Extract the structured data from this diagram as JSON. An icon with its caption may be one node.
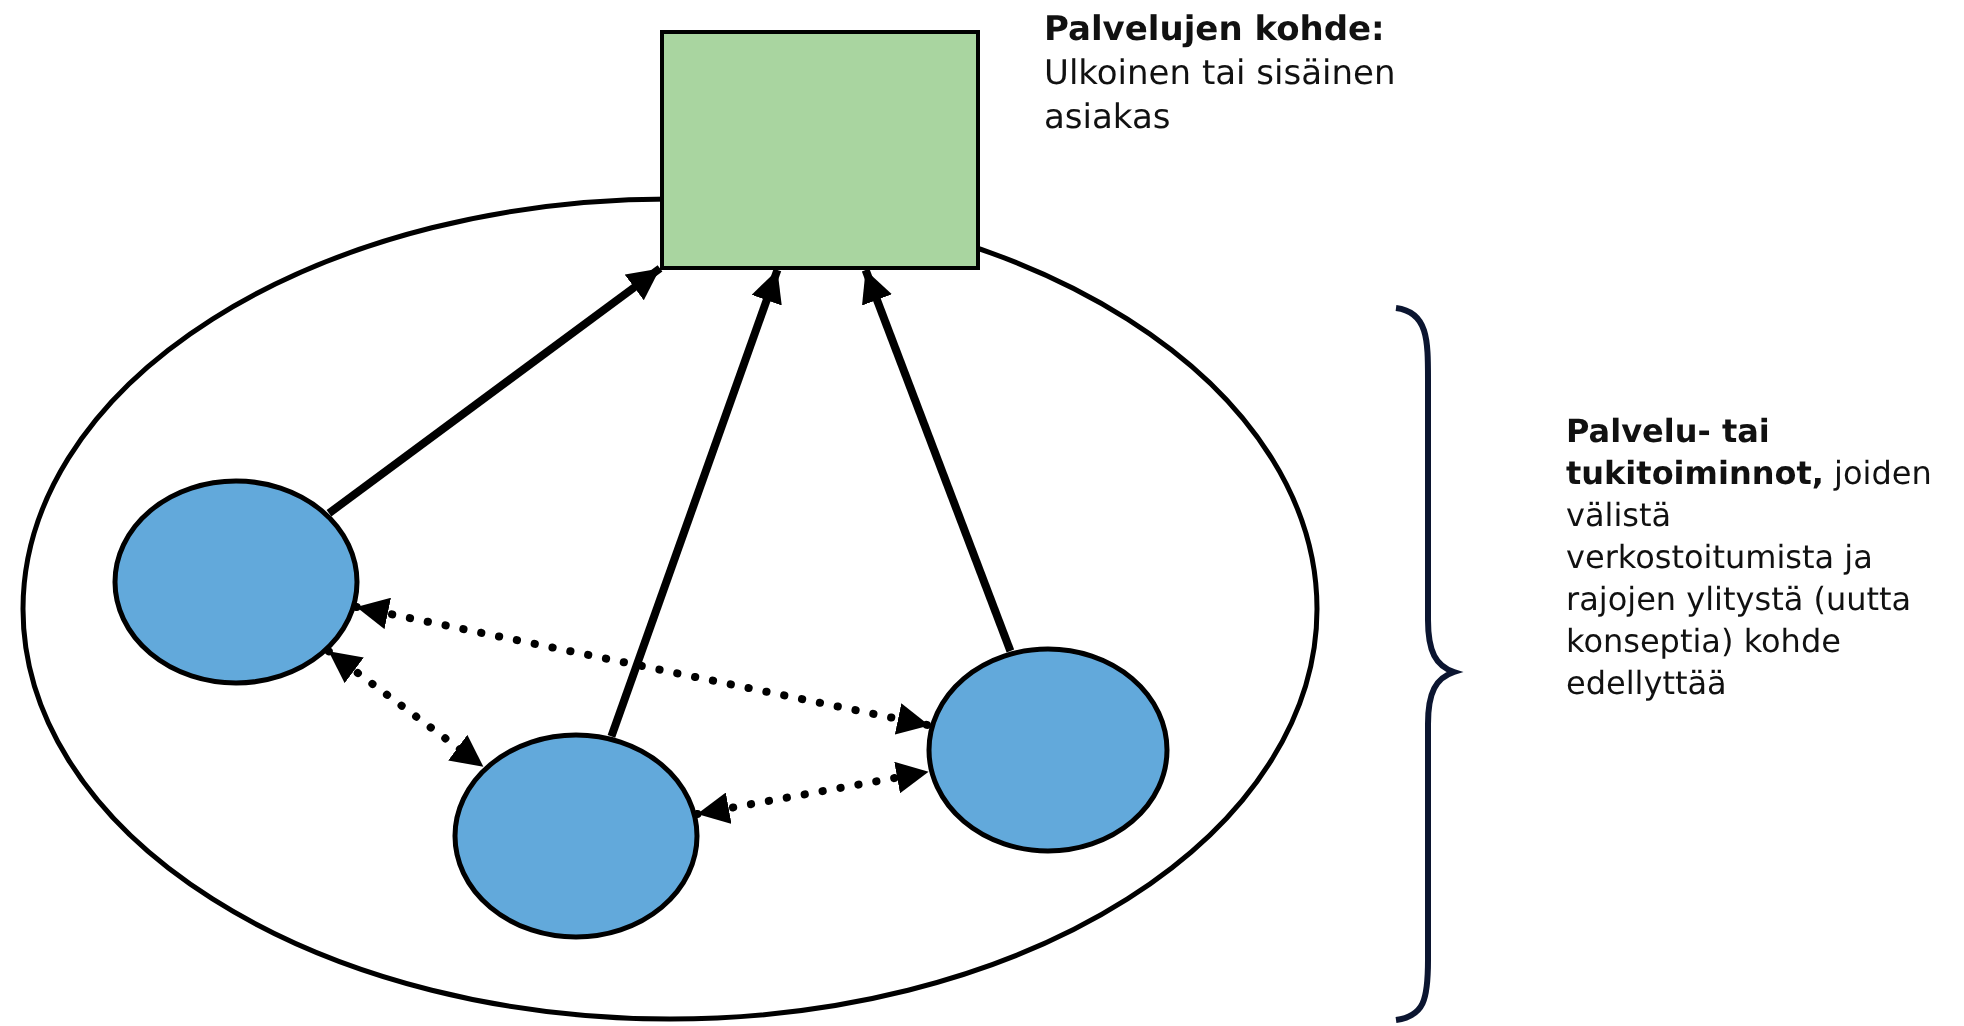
{
  "diagram": {
    "nodes": [
      {
        "text": [
          "Palvelujen kohde:",
          "Ulkoinen tai sisäinen asiakas"
        ]
      },
      {
        "text": [],
        "shape": "ellipse"
      },
      {
        "text": [],
        "shape": "ellipse",
        "in": 1
      },
      {
        "text": [],
        "shape": "ellipse",
        "in": 1
      },
      {
        "text": [],
        "shape": "ellipse",
        "in": 1
      }
    ],
    "edges": [
      {
        "from": 2,
        "to": 0,
        "arrow": "to"
      },
      {
        "from": 3,
        "to": 0,
        "arrow": "to"
      },
      {
        "from": 4,
        "to": 0,
        "arrow": "to"
      },
      {
        "from": 2,
        "to": 4,
        "arrow": "both",
        "style": "dashed"
      },
      {
        "from": 2,
        "to": 3,
        "arrow": "both",
        "style": "dashed"
      },
      {
        "from": 3,
        "to": 4,
        "arrow": "both",
        "style": "dashed"
      }
    ],
    "labels": [
      "**Palvelu- tai tukitoiminnot,** joiden välistä verkostoitumista ja rajojen ylitystä (uutta konseptia) kohde edellyttää"
    ]
  }
}
